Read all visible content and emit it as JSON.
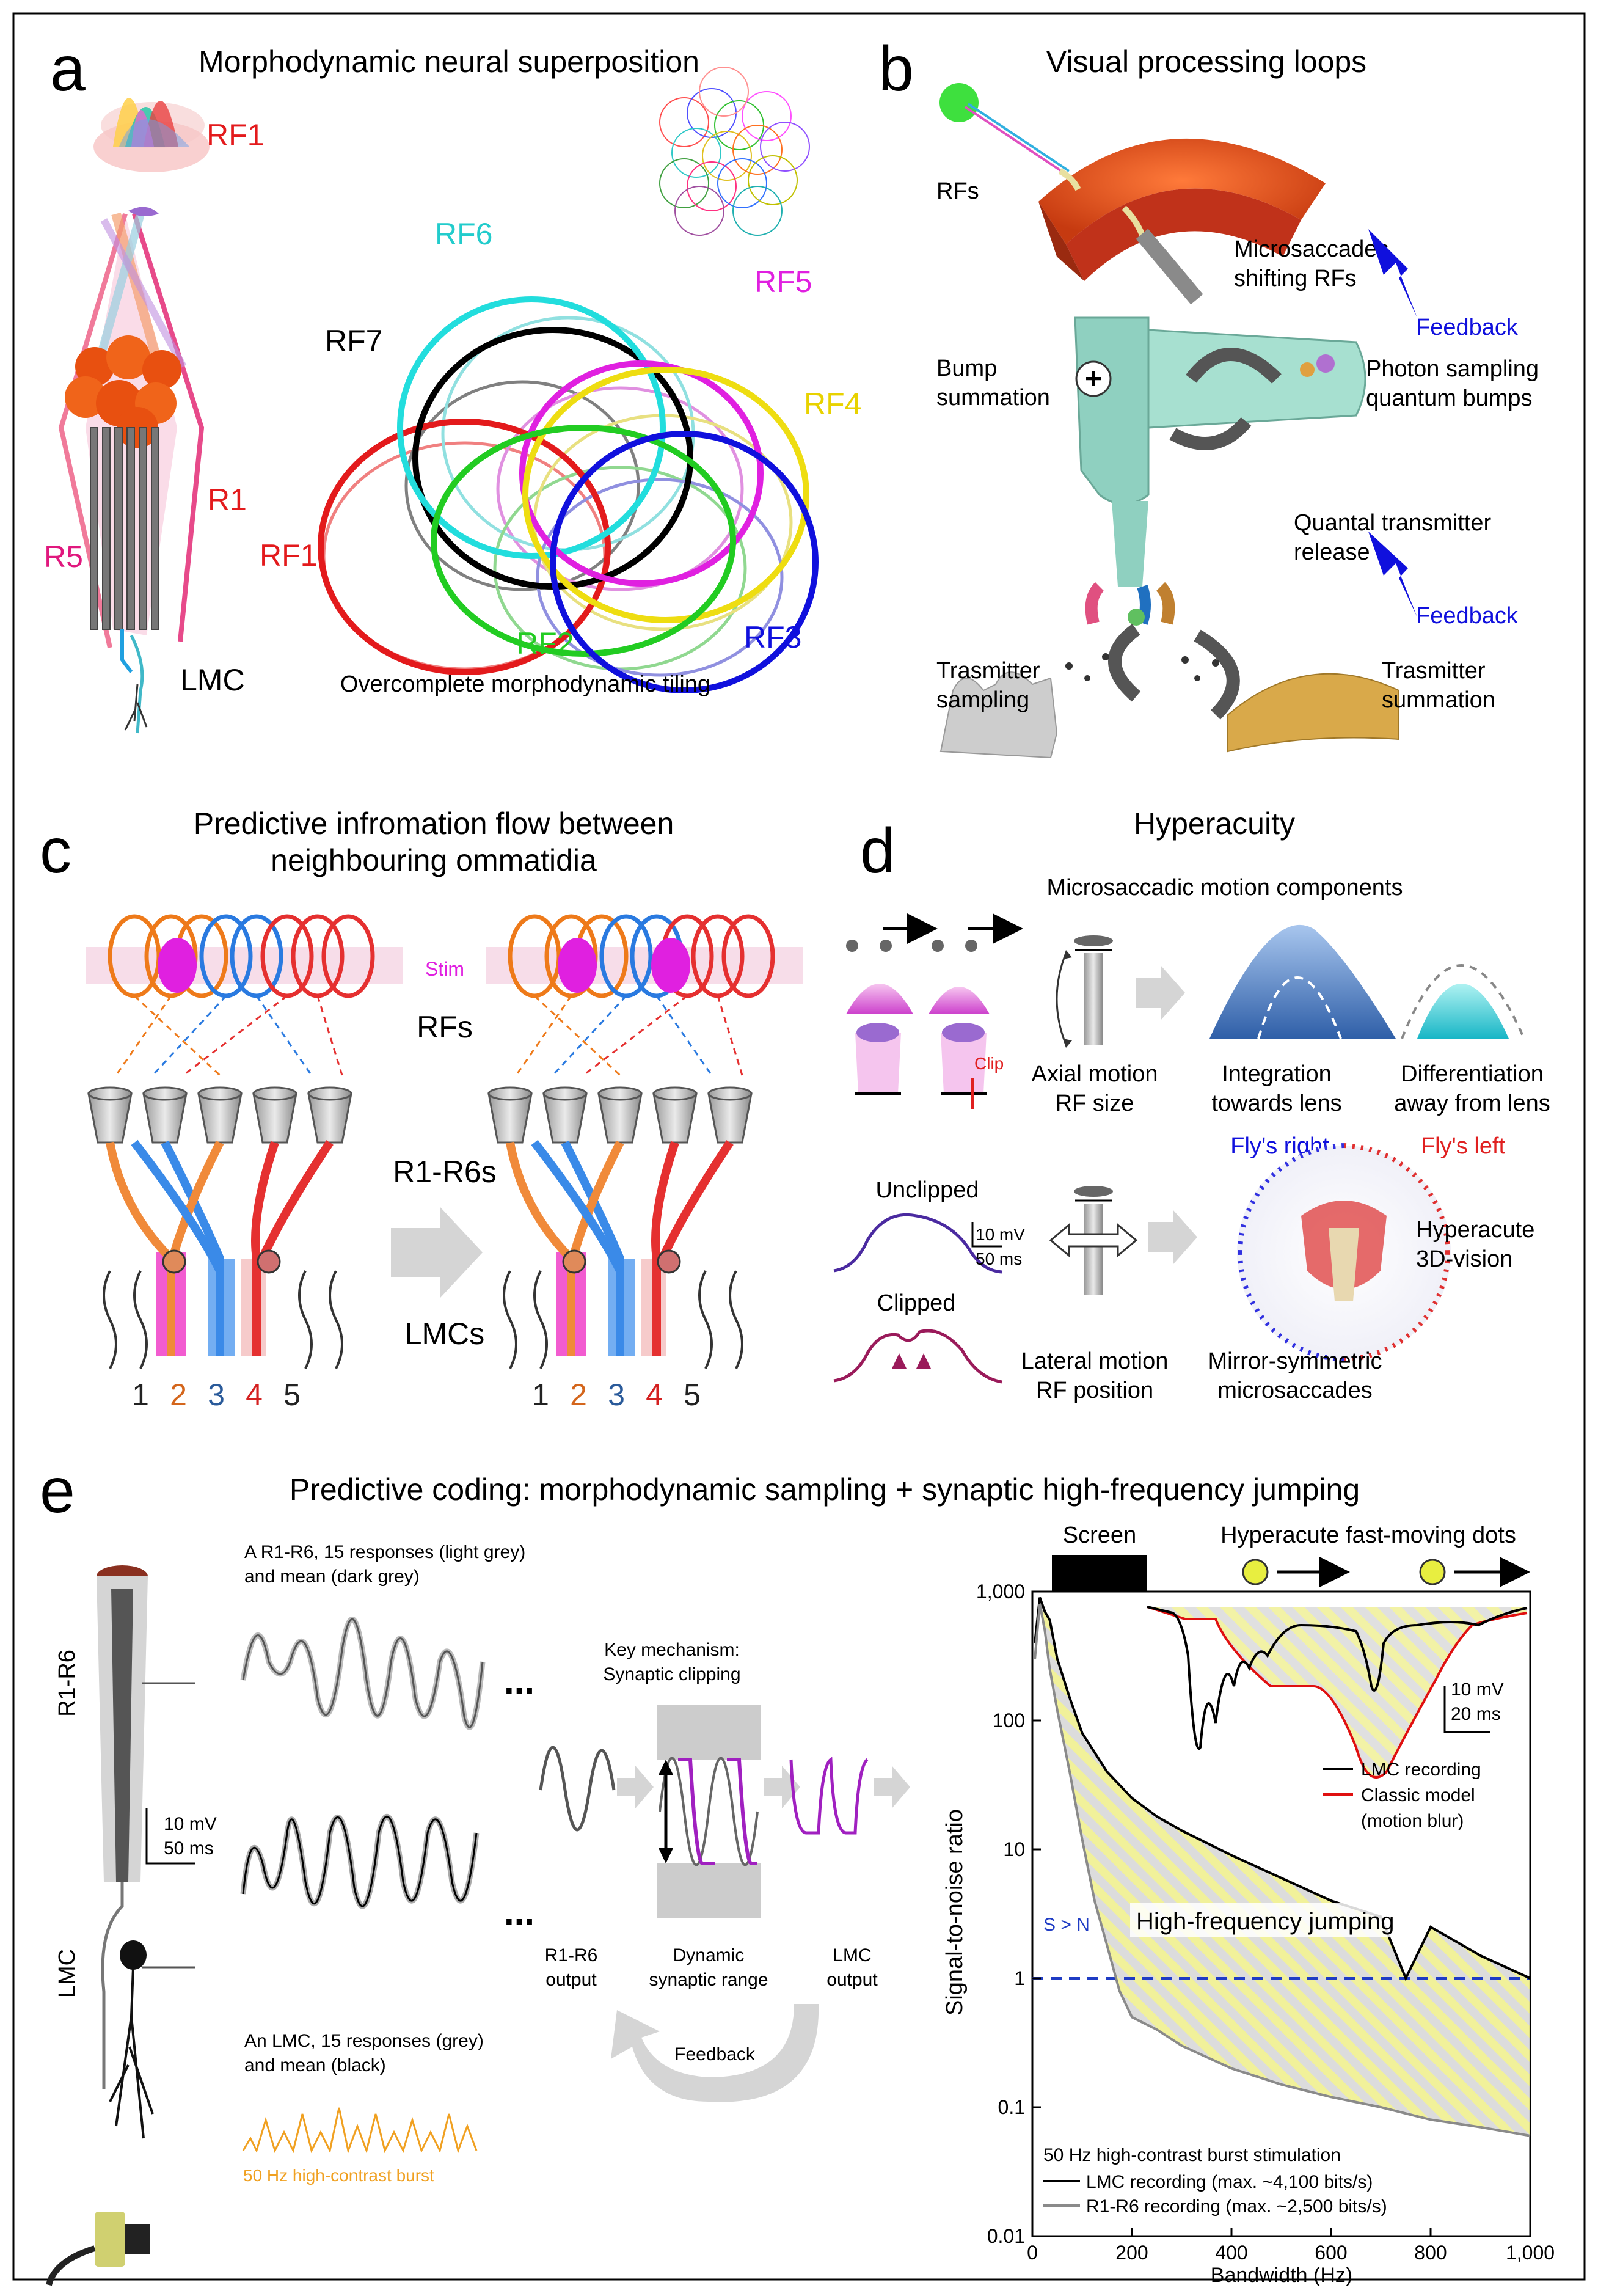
{
  "panel_a": {
    "letter": "a",
    "title": "Morphodynamic neural superposition",
    "rf_labels": [
      "RF1",
      "RF2",
      "RF3",
      "RF4",
      "RF5",
      "RF6",
      "RF7"
    ],
    "rf1_top": "RF1",
    "cell_labels": {
      "r1": "R1",
      "r5": "R5",
      "lmc": "LMC"
    },
    "caption": "Overcomplete morphodynamic tiling",
    "colors": {
      "rf1": "#e31a1c",
      "rf2": "#22cc22",
      "rf3": "#1010dd",
      "rf4": "#eedd11",
      "rf5": "#e020e0",
      "rf6": "#22dddd",
      "rf7": "#000000"
    }
  },
  "panel_b": {
    "letter": "b",
    "title": "Visual processing loops",
    "labels": {
      "rfs": "RFs",
      "microsaccades_1": "Microsaccades",
      "microsaccades_2": "shifting RFs",
      "feedback_top": "Feedback",
      "bump_1": "Bump",
      "bump_2": "summation",
      "photon_1": "Photon sampling",
      "photon_2": "quantum bumps",
      "quantal_1": "Quantal transmitter",
      "quantal_2": "release",
      "feedback_bottom": "Feedback",
      "tsamp_1": "Trasmitter",
      "tsamp_2": "sampling",
      "tsum_1": "Trasmitter",
      "tsum_2": "summation"
    }
  },
  "panel_c": {
    "letter": "c",
    "title_1": "Predictive infromation flow between",
    "title_2": "neighbouring ommatidia",
    "stim": "Stim",
    "rfs": "RFs",
    "r1r6": "R1-R6s",
    "lmcs": "LMCs",
    "cartridges": [
      {
        "n": "1",
        "color": "#222222"
      },
      {
        "n": "2",
        "color": "#d4661c"
      },
      {
        "n": "3",
        "color": "#2a5a9a"
      },
      {
        "n": "4",
        "color": "#d42020"
      },
      {
        "n": "5",
        "color": "#222222"
      }
    ]
  },
  "panel_d": {
    "letter": "d",
    "title": "Hyperacuity",
    "subtitle": "Microsaccadic motion components",
    "axial_1": "Axial motion",
    "axial_2": "RF size",
    "integration_1": "Integration",
    "integration_2": "towards lens",
    "differentiation_1": "Differentiation",
    "differentiation_2": "away from lens",
    "clip": "Clip",
    "unclipped": "Unclipped",
    "clipped": "Clipped",
    "scale_mv": "10 mV",
    "scale_ms": "50 ms",
    "flys_right": "Fly's right",
    "flys_left": "Fly's left",
    "hyperacute_1": "Hyperacute",
    "hyperacute_2": "3D-vision",
    "lateral_1": "Lateral motion",
    "lateral_2": "RF position",
    "mirror_1": "Mirror-symmetric",
    "mirror_2": "microsaccades"
  },
  "panel_e": {
    "letter": "e",
    "title": "Predictive coding: morphodynamic sampling + synaptic high-frequency jumping",
    "r1r6_side": "R1-R6",
    "lmc_side": "LMC",
    "scale_mv": "10 mV",
    "scale_ms": "50 ms",
    "r1r6_caption_1": "A R1-R6, 15 responses (light grey)",
    "r1r6_caption_2": "and mean (dark grey)",
    "lmc_caption_1": "An LMC, 15 responses (grey)",
    "lmc_caption_2": "and mean (black)",
    "burst_label": "50 Hz high-contrast burst",
    "ellipsis": "...",
    "key_1": "Key mechanism:",
    "key_2": "Synaptic clipping",
    "r1r6_output_1": "R1-R6",
    "r1r6_output_2": "output",
    "dyn_1": "Dynamic",
    "dyn_2": "synaptic range",
    "lmc_output_1": "LMC",
    "lmc_output_2": "output",
    "feedback": "Feedback"
  },
  "chart_data": {
    "type": "line",
    "title": "",
    "xlabel": "Bandwidth (Hz)",
    "ylabel": "Signal-to-noise ratio",
    "xlim": [
      0,
      1000
    ],
    "ylim": [
      0.01,
      1000
    ],
    "yscale": "log",
    "x_ticks": [
      "0",
      "200",
      "400",
      "600",
      "800",
      "1,000"
    ],
    "y_ticks": [
      "0.01",
      "0.1",
      "1",
      "10",
      "100",
      "1,000"
    ],
    "threshold_label": "S > N",
    "threshold_value": 1,
    "jumping_label": "High-frequency jumping",
    "screen_label": "Screen",
    "dots_label": "Hyperacute fast-moving dots",
    "legend_bottom_title": "50 Hz high-contrast burst stimulation",
    "inset_scale_mv": "10 mV",
    "inset_scale_ms": "20 ms",
    "series": [
      {
        "name": "LMC recording (max. ~4,100 bits/s)",
        "color": "#000000",
        "x": [
          5,
          15,
          25,
          35,
          50,
          75,
          100,
          150,
          200,
          250,
          300,
          400,
          500,
          600,
          700,
          750,
          800,
          900,
          1000
        ],
        "y": [
          400,
          900,
          700,
          600,
          300,
          150,
          80,
          40,
          25,
          18,
          14,
          9,
          6,
          4,
          3,
          1,
          2.5,
          1.5,
          1
        ]
      },
      {
        "name": "R1-R6 recording (max. ~2,500 bits/s)",
        "color": "#8a8a8a",
        "x": [
          5,
          15,
          25,
          35,
          50,
          75,
          100,
          125,
          150,
          175,
          200,
          250,
          300,
          400,
          500,
          600,
          700,
          800,
          900,
          1000
        ],
        "y": [
          300,
          800,
          500,
          250,
          120,
          40,
          12,
          4,
          1.8,
          0.8,
          0.5,
          0.4,
          0.3,
          0.2,
          0.15,
          0.12,
          0.1,
          0.08,
          0.07,
          0.06
        ]
      }
    ],
    "inset_legend": [
      {
        "name": "LMC recording",
        "color": "#000000"
      },
      {
        "name": "Classic model",
        "color": "#e01010"
      },
      {
        "name": "(motion blur)",
        "color": "#000000"
      }
    ]
  }
}
